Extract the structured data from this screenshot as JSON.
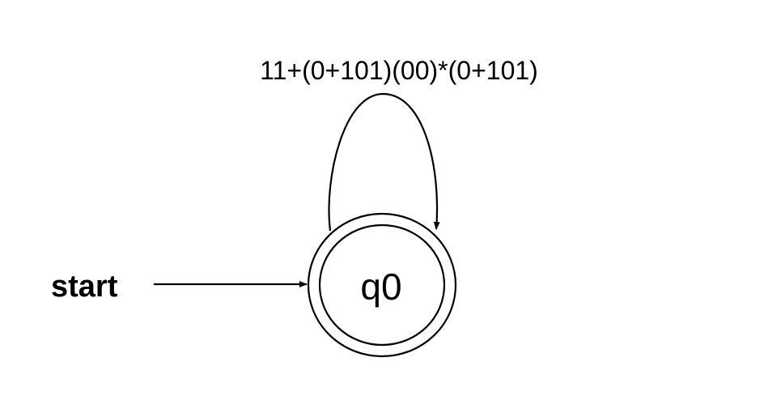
{
  "start_label": "start",
  "state": {
    "name": "q0",
    "accepting": true,
    "initial": true
  },
  "self_loop": {
    "label": "11+(0+101)(00)*(0+101)"
  },
  "colors": {
    "stroke": "#000000",
    "background": "#ffffff"
  }
}
